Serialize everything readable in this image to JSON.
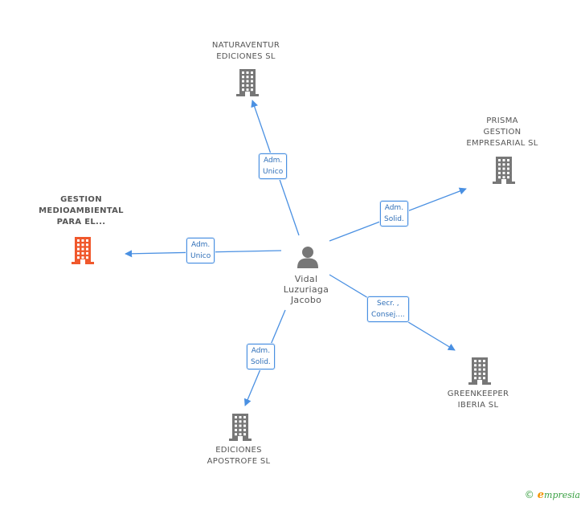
{
  "colors": {
    "edge": "#4a90e2",
    "building": "#777777",
    "focus_building": "#f0582c",
    "person": "#777777"
  },
  "person": {
    "lines": [
      "Vidal",
      "Luzuriaga",
      "Jacobo"
    ],
    "icon": "person-icon"
  },
  "companies": [
    {
      "id": "naturaventur",
      "lines": [
        "NATURAVENTUR",
        "EDICIONES SL"
      ],
      "focus": false
    },
    {
      "id": "prisma",
      "lines": [
        "PRISMA",
        "GESTION",
        "EMPRESARIAL SL"
      ],
      "focus": false
    },
    {
      "id": "gestion",
      "lines": [
        "GESTION",
        "MEDIOAMBIENTAL",
        "PARA EL..."
      ],
      "focus": true
    },
    {
      "id": "greenkeeper",
      "lines": [
        "GREENKEEPER",
        "IBERIA  SL"
      ],
      "focus": false
    },
    {
      "id": "apostrofe",
      "lines": [
        "EDICIONES",
        "APOSTROFE SL"
      ],
      "focus": false
    }
  ],
  "roles": [
    {
      "target": "naturaventur",
      "lines": [
        "Adm.",
        "Unico"
      ]
    },
    {
      "target": "prisma",
      "lines": [
        "Adm.",
        "Solid."
      ]
    },
    {
      "target": "gestion",
      "lines": [
        "Adm.",
        "Unico"
      ]
    },
    {
      "target": "greenkeeper",
      "lines": [
        "Secr. ,",
        "Consej...."
      ]
    },
    {
      "target": "apostrofe",
      "lines": [
        "Adm.",
        "Solid."
      ]
    }
  ],
  "footer": {
    "copyright": "©",
    "brand_initial": "e",
    "brand_rest": "mpresia"
  }
}
